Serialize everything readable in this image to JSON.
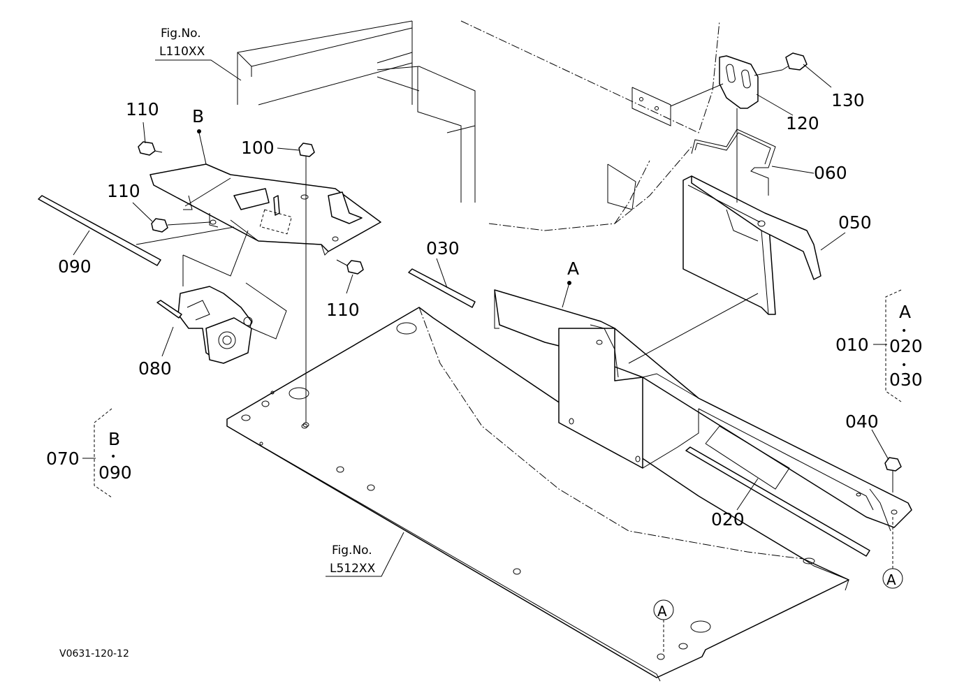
{
  "figure_refs": {
    "top": {
      "line1": "Fig.No.",
      "line2": "L110XX"
    },
    "bottom": {
      "line1": "Fig.No.",
      "line2": "L512XX"
    }
  },
  "callouts": {
    "p010": "010",
    "p020": "020",
    "p030": "030",
    "p040": "040",
    "p050": "050",
    "p060": "060",
    "p070": "070",
    "p080": "080",
    "p090": "090",
    "p100": "100",
    "p110a": "110",
    "p110b": "110",
    "p110c": "110",
    "p120": "120",
    "p130": "130"
  },
  "markers": {
    "a_on_bracket": "A",
    "b_on_plate": "B",
    "circle_a_right": "A",
    "circle_a_bottom": "A"
  },
  "legend_a": {
    "group": "010",
    "title": "A",
    "dot1": "•",
    "item1": "020",
    "dot2": "•",
    "item2": "030"
  },
  "legend_b": {
    "group": "070",
    "title": "B",
    "dot1": "•",
    "item1": "090"
  },
  "drawing_code": "V0631-120-12"
}
